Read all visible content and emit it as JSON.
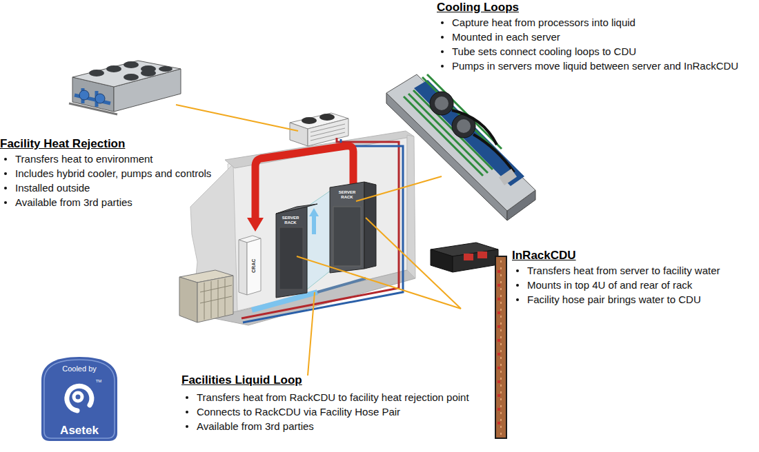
{
  "diagram": {
    "nodes": [
      {
        "text": [
          "Cooling Loops",
          "Capture heat from processors into liquid",
          "Mounted in each server",
          "Tube sets connect cooling loops to CDU",
          "Pumps in servers move liquid between server and InRackCDU"
        ]
      },
      {
        "text": [
          "Facility Heat Rejection",
          "Transfers heat to environment",
          "Includes hybrid cooler, pumps and controls",
          "Installed outside",
          "Available from 3rd parties"
        ]
      },
      {
        "text": [
          "InRackCDU",
          "Transfers heat from server to facility water",
          "Mounts in top 4U of and rear of rack",
          "Facility hose pair brings water to CDU"
        ]
      },
      {
        "text": [
          "Cooled by",
          "TM",
          "Asetek"
        ]
      },
      {
        "text": [
          "Facilities Liquid Loop",
          "Transfers heat from RackCDU to facility heat rejection point",
          "Connects to RackCDU via Facility Hose Pair",
          "Available from 3rd parties"
        ]
      }
    ],
    "labels": [
      "SERVER RACK",
      "SERVER RACK",
      "CRAC"
    ]
  }
}
